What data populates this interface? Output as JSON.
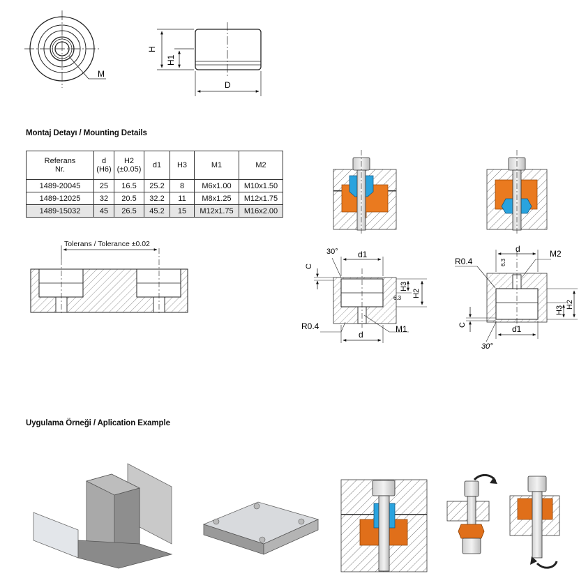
{
  "top_drawings": {
    "label_m": "M",
    "label_h": "H",
    "label_h1": "H1",
    "label_d": "D"
  },
  "mounting": {
    "heading": "Montaj Detayı / Mounting Details",
    "columns": [
      {
        "line1": "Referans",
        "line2": "Nr."
      },
      {
        "line1": "d",
        "line2": "(H6)"
      },
      {
        "line1": "H2",
        "line2": "(±0.05)"
      },
      {
        "line1": "d1",
        "line2": ""
      },
      {
        "line1": "H3",
        "line2": ""
      },
      {
        "line1": "M1",
        "line2": ""
      },
      {
        "line1": "M2",
        "line2": ""
      }
    ],
    "rows": [
      [
        "1489-20045",
        "25",
        "16.5",
        "25.2",
        "8",
        "M6x1.00",
        "M10x1.50"
      ],
      [
        "1489-12025",
        "32",
        "20.5",
        "32.2",
        "11",
        "M8x1.25",
        "M12x1.75"
      ],
      [
        "1489-15032",
        "45",
        "26.5",
        "45.2",
        "15",
        "M12x1.75",
        "M16x2.00"
      ]
    ],
    "tolerance_label": "Tolerans / Tolerance ±0.02"
  },
  "detail_left": {
    "angle": "30°",
    "c": "C",
    "d1": "d1",
    "h3": "H3",
    "h2": "H2",
    "finish": "6.3",
    "r": "R0.4",
    "d": "d",
    "m1": "M1"
  },
  "detail_right": {
    "d": "d",
    "r": "R0.4",
    "m2": "M2",
    "finish": "6.3",
    "h3": "H3",
    "h2": "H2",
    "c": "C",
    "d1": "d1",
    "angle": "30°"
  },
  "application": {
    "heading": "Uygulama Örneği / Aplication Example"
  },
  "colors": {
    "orange": "#e8761e",
    "blue": "#2a9fd8",
    "hatch": "#8a8a8a",
    "part_gray": "#d9d9d9"
  }
}
